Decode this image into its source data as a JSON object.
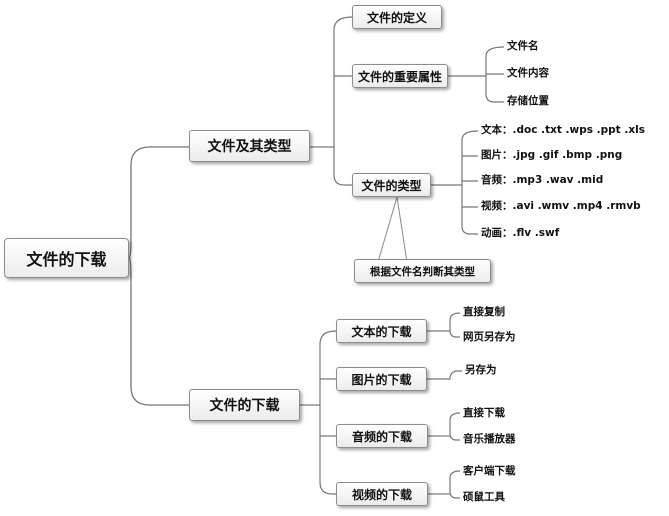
{
  "root": "文件的下载",
  "branches": [
    {
      "label": "文件及其类型",
      "children": [
        {
          "label": "文件的定义",
          "leaves": []
        },
        {
          "label": "文件的重要属性",
          "leaves": [
            "文件名",
            "文件内容",
            "存储位置"
          ]
        },
        {
          "label": "文件的类型",
          "leaves": [
            "文本：.doc .txt .wps .ppt .xls",
            "图片：.jpg .gif .bmp .png",
            "音频：.mp3 .wav .mid",
            "视频：.avi .wmv .mp4 .rmvb",
            "动画：.flv .swf"
          ]
        }
      ]
    },
    {
      "label": "文件的下载",
      "children": [
        {
          "label": "文本的下载",
          "leaves": [
            "直接复制",
            "网页另存为"
          ]
        },
        {
          "label": "图片的下载",
          "leaves": [
            "另存为"
          ]
        },
        {
          "label": "音频的下载",
          "leaves": [
            "直接下载",
            "音乐播放器"
          ]
        },
        {
          "label": "视频的下载",
          "leaves": [
            "客户端下载",
            "硕鼠工具"
          ]
        }
      ]
    }
  ],
  "callout": "根据文件名判断其类型",
  "colors": {
    "line": "#777777",
    "border": "#8c8c8c"
  }
}
